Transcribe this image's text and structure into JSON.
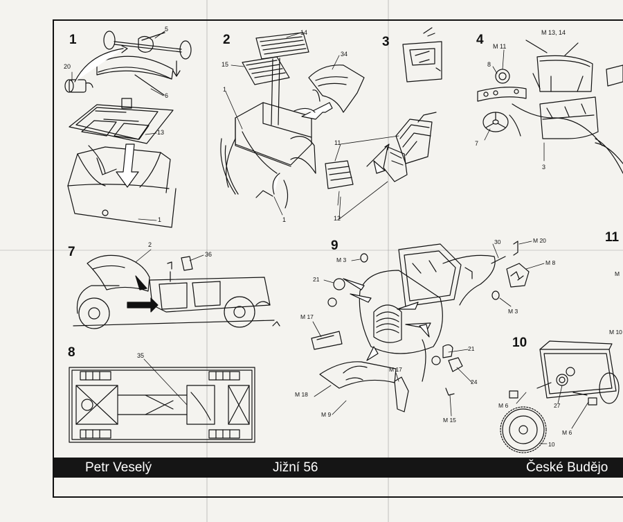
{
  "steps": [
    "1",
    "2",
    "3",
    "4",
    "7",
    "8",
    "9",
    "10",
    "11"
  ],
  "labels": {
    "s1": {
      "p5": "5",
      "p20": "20",
      "p6": "6",
      "p13": "13",
      "p1": "1"
    },
    "s2": {
      "p14": "14",
      "p15": "15",
      "p34": "34",
      "p1a": "1",
      "p1b": "1",
      "p11": "11",
      "p12": "12"
    },
    "s4": {
      "m11": "M 11",
      "m1314": "M 13, 14",
      "p8": "8",
      "p7": "7",
      "p3": "3"
    },
    "s7": {
      "p2": "2",
      "p36": "36"
    },
    "s8": {
      "p35": "35"
    },
    "s9": {
      "m3a": "M 3",
      "p21a": "21",
      "m17a": "M 17",
      "m18": "M 18",
      "m9": "M 9",
      "m17b": "M 17",
      "m15": "M 15",
      "p24": "24",
      "p21b": "21",
      "m3b": "M 3",
      "m8": "M 8",
      "m20": "M 20",
      "p30": "30"
    },
    "s10": {
      "m6a": "M 6",
      "p27": "27",
      "m6b": "M 6",
      "p10": "10"
    },
    "s11": {
      "m": "M",
      "m10": "M 10"
    }
  },
  "footer": {
    "name": "Petr Veselý",
    "street": "Jižní 56",
    "city": "České Budějo"
  }
}
